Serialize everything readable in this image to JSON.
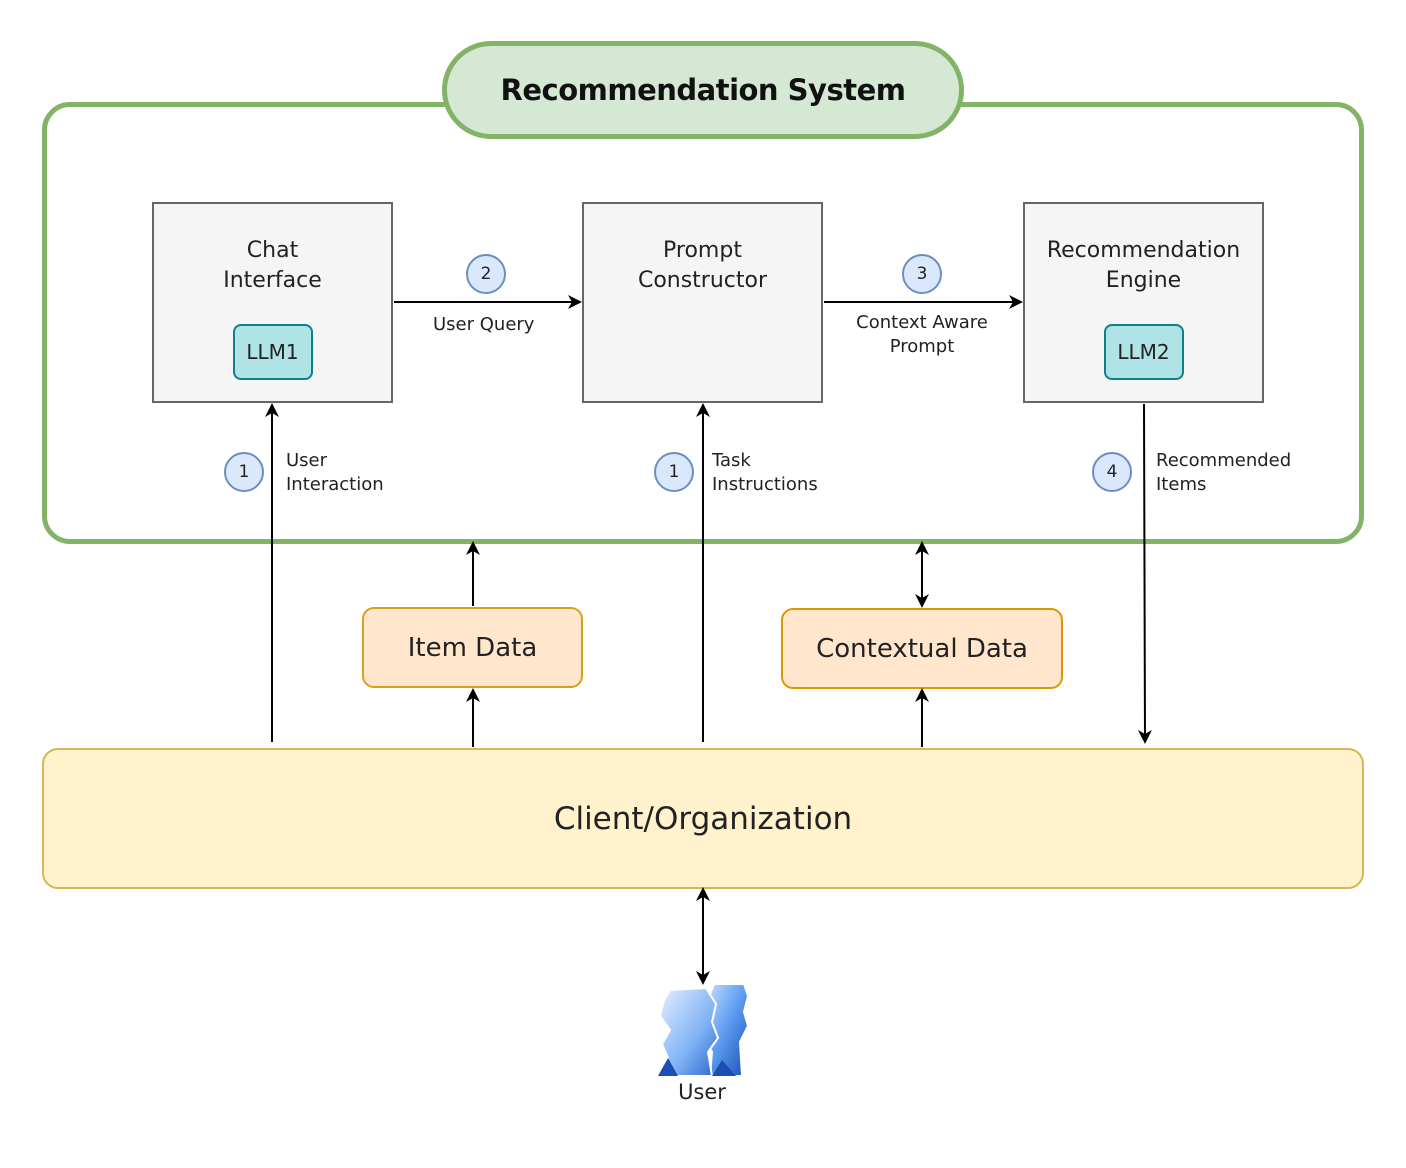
{
  "system": {
    "title": "Recommendation System"
  },
  "boxes": {
    "chat_interface": {
      "line1": "Chat",
      "line2": "Interface",
      "llm": "LLM1"
    },
    "prompt_constructor": {
      "line1": "Prompt",
      "line2": "Constructor"
    },
    "recommendation_engine": {
      "line1": "Recommendation",
      "line2": "Engine",
      "llm": "LLM2"
    }
  },
  "data_sources": {
    "item_data": "Item Data",
    "contextual_data": "Contextual Data"
  },
  "client": {
    "label": "Client/Organization"
  },
  "user": {
    "label": "User",
    "icon": "user-group-icon"
  },
  "steps": {
    "user_interaction": {
      "number": "1",
      "line1": "User",
      "line2": "Interaction"
    },
    "user_query": {
      "number": "2",
      "label": "User Query"
    },
    "context_prompt": {
      "number": "3",
      "line1": "Context Aware",
      "line2": "Prompt"
    },
    "task_instructions": {
      "number": "1",
      "line1": "Task",
      "line2": "Instructions"
    },
    "recommended_items": {
      "number": "4",
      "line1": "Recommended",
      "line2": "Items"
    }
  },
  "colors": {
    "system_border": "#82b366",
    "system_title_fill": "#d5e8d4",
    "process_fill": "#f5f5f5",
    "llm_fill": "#b0e3e6",
    "data_fill": "#ffe6cc",
    "client_fill": "#fff2cc",
    "step_fill": "#dae8fc"
  }
}
